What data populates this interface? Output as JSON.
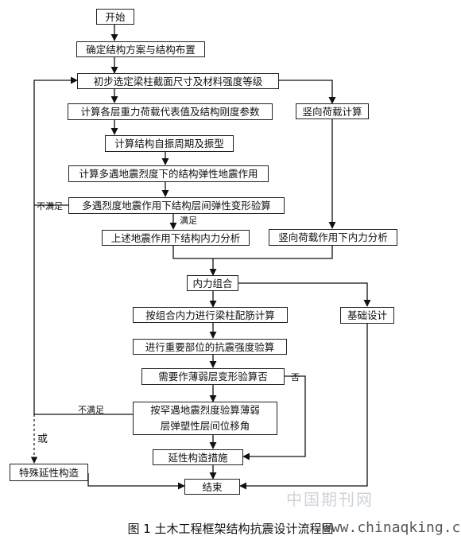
{
  "nodes": {
    "start": "开始",
    "plan": "确定结构方案与结构布置",
    "section": "初步选定梁柱截面尺寸及材料强度等级",
    "gravity": "计算各层重力荷载代表值及结构刚度参数",
    "period": "计算结构自振周期及振型",
    "elastic_action": "计算多遇地震烈度下的结构弹性地震作用",
    "drift_check": "多遇烈度地震作用下结构层间弹性变形验算",
    "seismic_force": "上述地震作用下结构内力分析",
    "vertical_load": "竖向荷载计算",
    "vertical_force": "竖向荷载作用下内力分析",
    "combination": "内力组合",
    "reinforcement": "按组合内力进行梁柱配筋计算",
    "strength_check": "进行重要部位的抗震强度验算",
    "weak_layer_q": "需要作薄弱层变形验算否",
    "plastic_check_l1": "按罕遇地震烈度验算薄弱",
    "plastic_check_l2": "层弹塑性层间位移角",
    "ductile": "延性构造措施",
    "special": "特殊延性构造",
    "foundation": "基础设计",
    "end": "结束"
  },
  "labels": {
    "fail_1": "不满足",
    "pass": "满足",
    "no": "否",
    "fail_2": "不满足",
    "or": "或"
  },
  "caption": "图 1  土木工程框架结构抗震设计流程图",
  "watermark": {
    "cn": "中国期刊网",
    "url": "www.chinaqking.com"
  }
}
